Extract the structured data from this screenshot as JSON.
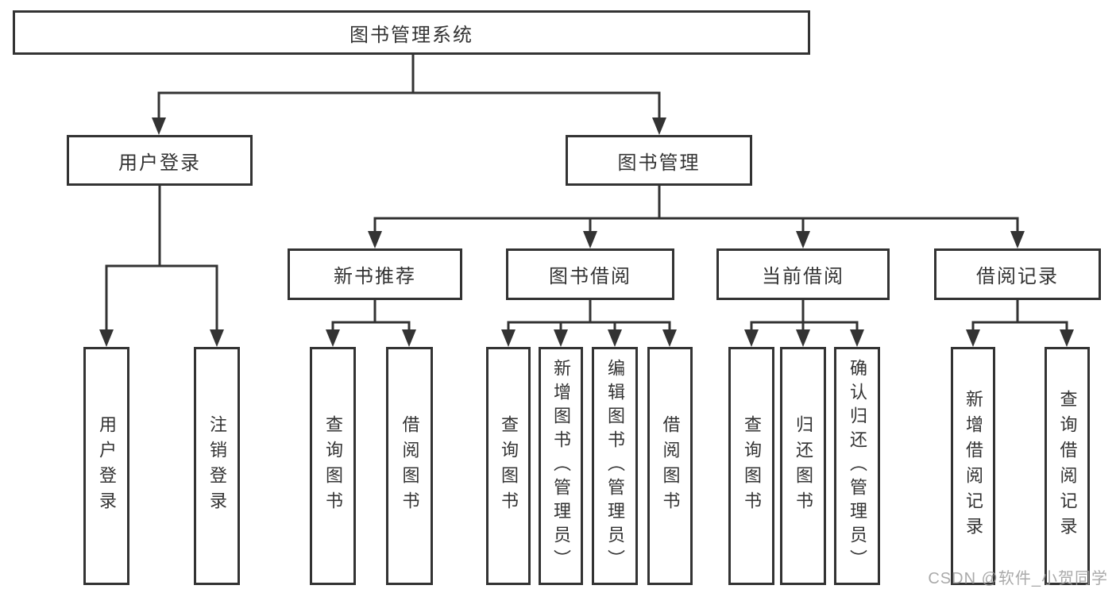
{
  "diagram": {
    "tree": {
      "label": "图书管理系统",
      "children": [
        {
          "label": "用户登录",
          "children": [
            {
              "label": "用户登录"
            },
            {
              "label": "注销登录"
            }
          ]
        },
        {
          "label": "图书管理",
          "children": [
            {
              "label": "新书推荐",
              "children": [
                {
                  "label": "查询图书"
                },
                {
                  "label": "借阅图书"
                }
              ]
            },
            {
              "label": "图书借阅",
              "children": [
                {
                  "label": "查询图书"
                },
                {
                  "label": "新增图书（管理员）"
                },
                {
                  "label": "编辑图书（管理员）"
                },
                {
                  "label": "借阅图书"
                }
              ]
            },
            {
              "label": "当前借阅",
              "children": [
                {
                  "label": "查询图书"
                },
                {
                  "label": "归还图书"
                },
                {
                  "label": "确认归还（管理员）"
                }
              ]
            },
            {
              "label": "借阅记录",
              "children": [
                {
                  "label": "新增借阅记录"
                },
                {
                  "label": "查询借阅记录"
                }
              ]
            }
          ]
        }
      ]
    },
    "colors": {
      "line": "#333333",
      "text": "#333333",
      "box_background": "#ffffff",
      "background": "#ffffff",
      "watermark": "#9c9c9c"
    }
  },
  "watermark": {
    "text": "CSDN @软件_小贺同学"
  }
}
